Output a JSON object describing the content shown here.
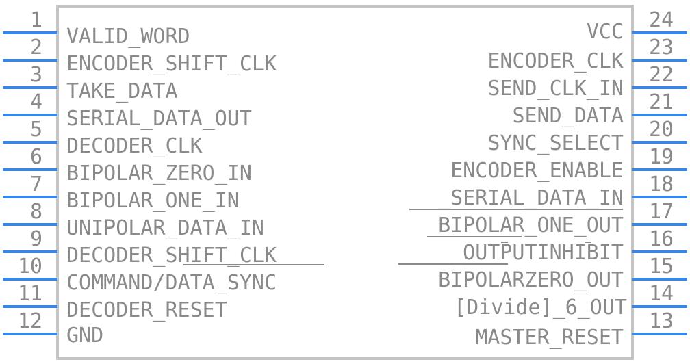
{
  "component": {
    "left_pins": [
      {
        "number": "1",
        "label": "VALID_WORD"
      },
      {
        "number": "2",
        "label": "ENCODER_SHIFT_CLK"
      },
      {
        "number": "3",
        "label": "TAKE_DATA"
      },
      {
        "number": "4",
        "label": "SERIAL_DATA_OUT"
      },
      {
        "number": "5",
        "label": "DECODER_CLK"
      },
      {
        "number": "6",
        "label": "BIPOLAR_ZERO_IN"
      },
      {
        "number": "7",
        "label": "BIPOLAR_ONE_IN"
      },
      {
        "number": "8",
        "label": "UNIPOLAR_DATA_IN"
      },
      {
        "number": "9",
        "label": "DECODER_SHIFT_CLK"
      },
      {
        "number": "10",
        "label": "COMMAND/DATA_SYNC"
      },
      {
        "number": "11",
        "label": "DECODER_RESET"
      },
      {
        "number": "12",
        "label": "GND"
      }
    ],
    "right_pins": [
      {
        "number": "24",
        "label": "VCC"
      },
      {
        "number": "23",
        "label": "ENCODER_CLK"
      },
      {
        "number": "22",
        "label": "SEND_CLK_IN"
      },
      {
        "number": "21",
        "label": "SEND_DATA"
      },
      {
        "number": "20",
        "label": "SYNC_SELECT"
      },
      {
        "number": "19",
        "label": "ENCODER_ENABLE"
      },
      {
        "number": "18",
        "label": "_SERIAL_DATA_IN"
      },
      {
        "number": "17",
        "label": "BIPOLAR_ONE_OUT"
      },
      {
        "number": "16",
        "label": "_OUTPUTINHIBIT"
      },
      {
        "number": "15",
        "label": "BIPOLARZERO_OUT"
      },
      {
        "number": "14",
        "label": "[Divide]_6_OUT"
      },
      {
        "number": "13",
        "label": "MASTER_RESET"
      }
    ],
    "colors": {
      "pin": "#3a86e8",
      "body_outline": "#c4c4c4",
      "text": "#8a8a8a"
    }
  }
}
